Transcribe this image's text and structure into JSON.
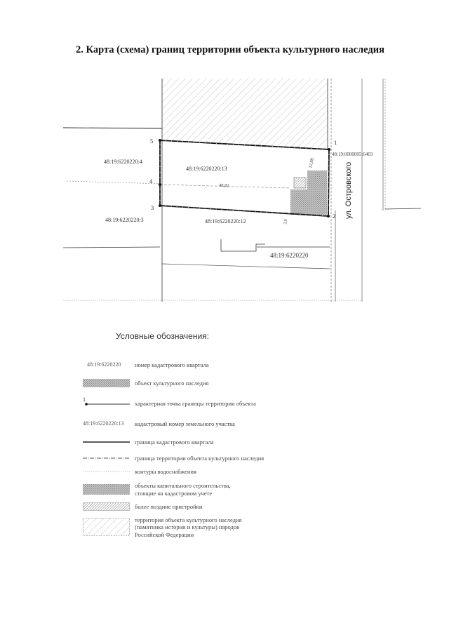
{
  "title": "2.  Карта (схема) границ территории объекта культурного наследия",
  "map": {
    "parcel_labels": {
      "main": "48:19:6220220:13",
      "north_west": "48:19:6220220:4",
      "south_west": "48:19:6220220:3",
      "south": "48:19:6220220:12",
      "street_parcel": "48:19:0000005:6403"
    },
    "quarter_label": "48:19:6220220",
    "street_name": "ул. Островского",
    "point_numbers": {
      "p1": "1",
      "p2": "2",
      "p3": "3",
      "p4": "4",
      "p5": "5"
    },
    "dimensions": {
      "length": "48,82",
      "width": "12,88",
      "offset": "2,9"
    }
  },
  "legend": {
    "title": "Условные обозначения:",
    "items": [
      {
        "symbol_text": "48:19:6220220",
        "label": [
          "номер кадастрового квартала"
        ]
      },
      {
        "label": [
          "объект культурного наследия"
        ]
      },
      {
        "symbol_text": "1",
        "label": [
          "характерная точка границы территории объекта"
        ]
      },
      {
        "symbol_text": "48:19:6220220:13",
        "label": [
          "кадастровый номер земельного участка"
        ]
      },
      {
        "label": [
          "граница кадастрового квартала"
        ]
      },
      {
        "label": [
          "граница территории объекта культурного наследия"
        ]
      },
      {
        "label": [
          "контуры водоснабжения"
        ]
      },
      {
        "label": [
          "объекты капитального строительства,",
          "стоящие на кадастровом учете"
        ]
      },
      {
        "label": [
          "более поздние пристройки"
        ]
      },
      {
        "label": [
          "территория объекта культурного наследия",
          "(памятника истории и культуры) народов",
          "Российской Федерации"
        ]
      }
    ]
  },
  "colors": {
    "ink": "#111111",
    "stipple": "#bdbdbd",
    "hatch": "#8a8a8a"
  }
}
